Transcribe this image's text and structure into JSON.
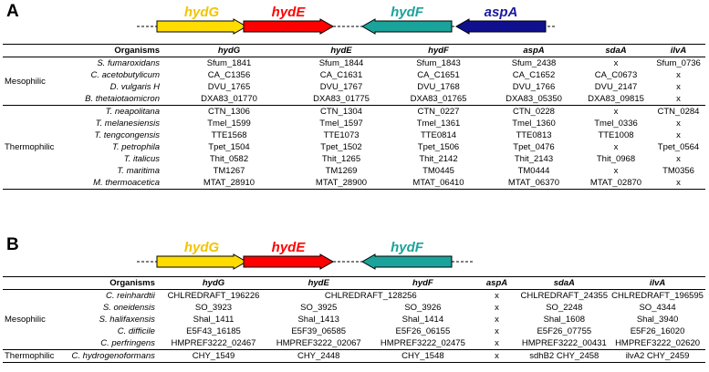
{
  "panels": [
    {
      "letter": "A",
      "genes": [
        {
          "name": "hydG",
          "color": "#f2c400",
          "fill": "#ffdc00",
          "dir": "right"
        },
        {
          "name": "hydE",
          "color": "#ff0000",
          "fill": "#ff0000",
          "dir": "right"
        },
        {
          "name": "hydF",
          "color": "#1aa39a",
          "fill": "#1aa39a",
          "dir": "left"
        },
        {
          "name": "aspA",
          "color": "#1a1aa0",
          "fill": "#10108f",
          "dir": "left"
        }
      ],
      "headers": [
        "Organisms",
        "hydG",
        "hydE",
        "hydF",
        "aspA",
        "sdaA",
        "ilvA"
      ],
      "groups": [
        {
          "label": "Mesophilic",
          "rows": [
            {
              "org": "S. fumaroxidans",
              "cells": [
                "Sfum_1841",
                "Sfum_1844",
                "Sfum_1843",
                "Sfum_2438",
                "x",
                "Sfum_0736"
              ]
            },
            {
              "org": "C. acetobutylicum",
              "cells": [
                "CA_C1356",
                "CA_C1631",
                "CA_C1651",
                "CA_C1652",
                "CA_C0673",
                "x"
              ]
            },
            {
              "org": "D. vulgaris H",
              "cells": [
                "DVU_1765",
                "DVU_1767",
                "DVU_1768",
                "DVU_1766",
                "DVU_2147",
                "x"
              ]
            },
            {
              "org": "B. thetaiotaomicron",
              "cells": [
                "DXA83_01770",
                "DXA83_01775",
                "DXA83_01765",
                "DXA83_05350",
                "DXA83_09815",
                "x"
              ]
            }
          ]
        },
        {
          "label": "Thermophilic",
          "rows": [
            {
              "org": "T. neapolitana",
              "cells": [
                "CTN_1306",
                "CTN_1304",
                "CTN_0227",
                "CTN_0228",
                "x",
                "CTN_0284"
              ]
            },
            {
              "org": "T. melanesiensis",
              "cells": [
                "Tmel_1599",
                "Tmel_1597",
                "Tmel_1361",
                "Tmel_1360",
                "Tmel_0336",
                "x"
              ]
            },
            {
              "org": "T. tengcongensis",
              "cells": [
                "TTE1568",
                "TTE1073",
                "TTE0814",
                "TTE0813",
                "TTE1008",
                "x"
              ]
            },
            {
              "org": "T. petrophila",
              "cells": [
                "Tpet_1504",
                "Tpet_1502",
                "Tpet_1506",
                "Tpet_0476",
                "x",
                "Tpet_0564"
              ]
            },
            {
              "org": "T. italicus",
              "cells": [
                "Thit_0582",
                "Thit_1265",
                "Thit_2142",
                "Thit_2143",
                "Thit_0968",
                "x"
              ]
            },
            {
              "org": "T. maritima",
              "cells": [
                "TM1267",
                "TM1269",
                "TM0445",
                "TM0444",
                "x",
                "TM0356"
              ]
            },
            {
              "org": "M. thermoacetica",
              "cells": [
                "MTAT_28910",
                "MTAT_28900",
                "MTAT_06410",
                "MTAT_06370",
                "MTAT_02870",
                "x"
              ]
            }
          ]
        }
      ]
    },
    {
      "letter": "B",
      "genes": [
        {
          "name": "hydG",
          "color": "#f2c400",
          "fill": "#ffdc00",
          "dir": "right"
        },
        {
          "name": "hydE",
          "color": "#ff0000",
          "fill": "#ff0000",
          "dir": "right"
        },
        {
          "name": "hydF",
          "color": "#1aa39a",
          "fill": "#1aa39a",
          "dir": "left"
        }
      ],
      "headers": [
        "Organisms",
        "hydG",
        "hydE",
        "hydF",
        "aspA",
        "sdaA",
        "ilvA"
      ],
      "groups": [
        {
          "label": "Mesophilic",
          "rows": [
            {
              "org": "C. reinhardtii",
              "cells": [
                "CHLREDRAFT_196226",
                "CHLREDRAFT_128256",
                "",
                "x",
                "CHLREDRAFT_24355",
                "CHLREDRAFT_196595"
              ]
            },
            {
              "org": "S. oneidensis",
              "cells": [
                "SO_3923",
                "SO_3925",
                "SO_3926",
                "x",
                "SO_2248",
                "SO_4344"
              ]
            },
            {
              "org": "S. halifaxensis",
              "cells": [
                "Shal_1411",
                "Shal_1413",
                "Shal_1414",
                "x",
                "Shal_1608",
                "Shal_3940"
              ]
            },
            {
              "org": "C. difficile",
              "cells": [
                "E5F43_16185",
                "E5F39_06585",
                "E5F26_06155",
                "x",
                "E5F26_07755",
                "E5F26_16020"
              ]
            },
            {
              "org": "C. perfringens",
              "cells": [
                "HMPREF3222_02467",
                "HMPREF3222_02067",
                "HMPREF3222_02475",
                "x",
                "HMPREF3222_00431",
                "HMPREF3222_02620"
              ]
            }
          ]
        },
        {
          "label": "Thermophilic",
          "rows": [
            {
              "org": "C. hydrogenoformans",
              "cells": [
                "CHY_1549",
                "CHY_2448",
                "CHY_1548",
                "x",
                "sdhB2 CHY_2458",
                "ilvA2 CHY_2459"
              ]
            }
          ]
        }
      ]
    }
  ]
}
